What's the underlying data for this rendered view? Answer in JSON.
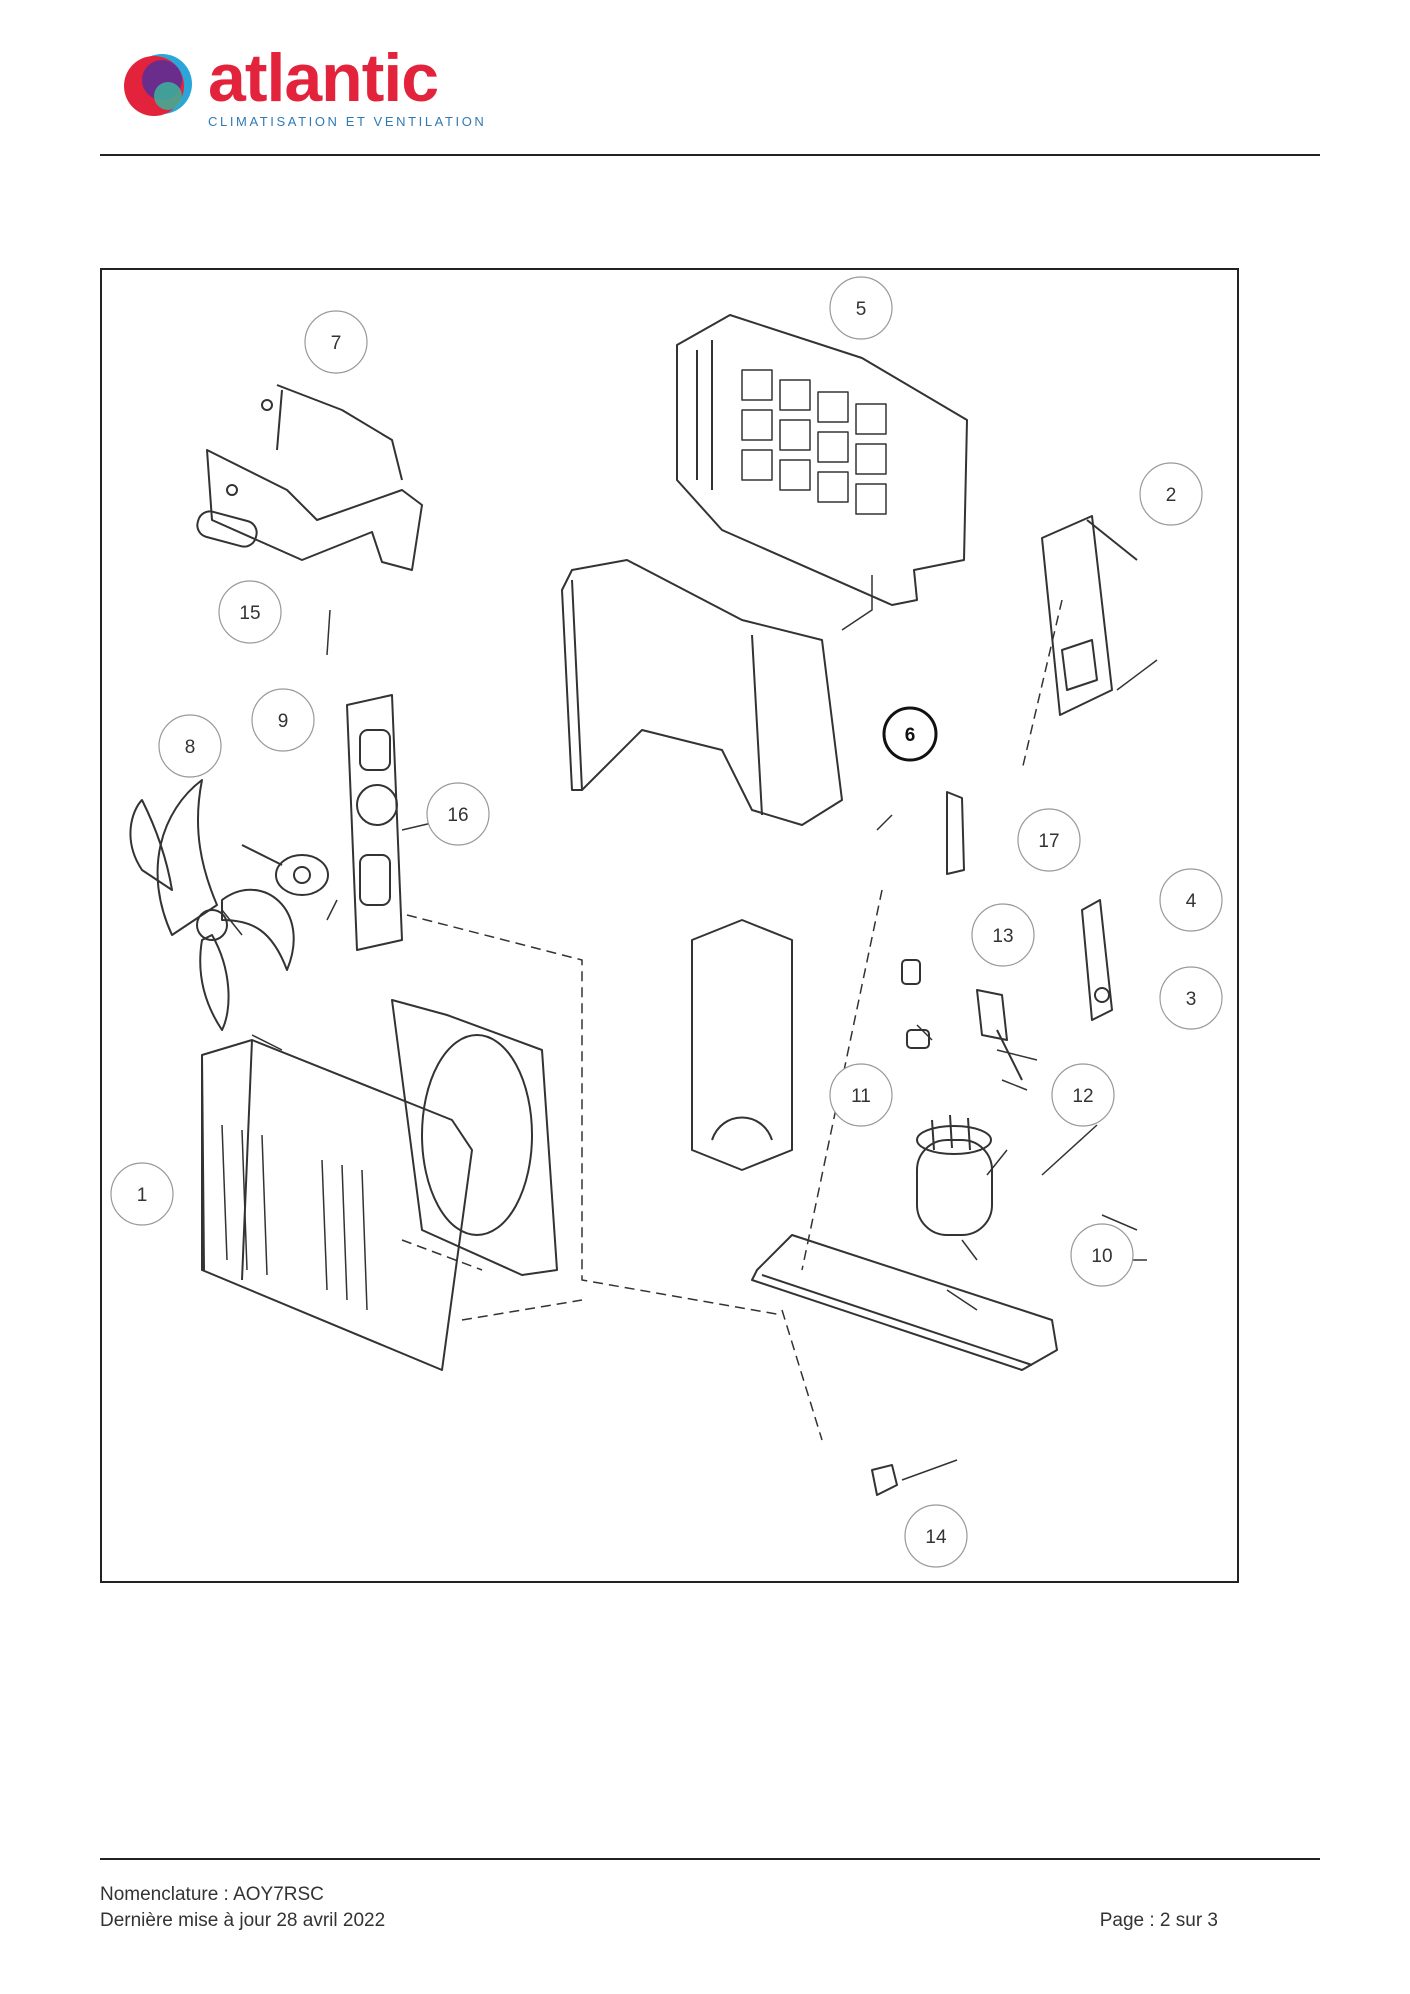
{
  "header": {
    "brand_name": "atlantic",
    "tagline": "CLIMATISATION ET VENTILATION",
    "colors": {
      "brand_red": "#e2233b",
      "logo_purple": "#6b2d8c",
      "logo_blue": "#2aa6d8",
      "logo_teal": "#3bb39a",
      "tagline": "#2f7ab5"
    }
  },
  "figure": {
    "callouts": [
      "1",
      "2",
      "3",
      "4",
      "5",
      "6",
      "7",
      "8",
      "9",
      "10",
      "11",
      "12",
      "13",
      "14",
      "15",
      "16",
      "17"
    ]
  },
  "footer": {
    "nomenclature": "Nomenclature : AOY7RSC",
    "last_update": "Dernière mise à jour 28 avril 2022",
    "page": "Page : 2 sur 3"
  }
}
